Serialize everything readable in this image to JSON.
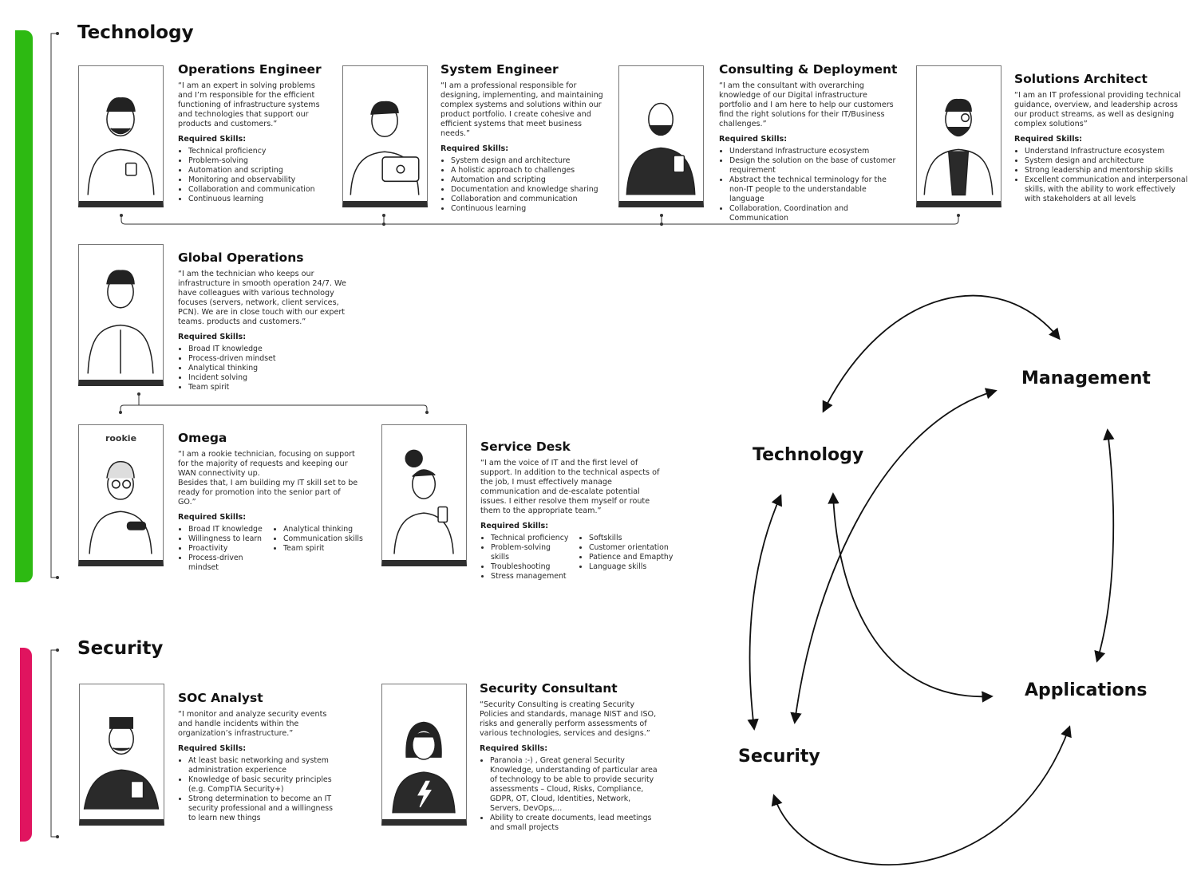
{
  "colors": {
    "technology_bar": "#2dba12",
    "security_bar": "#e0145f",
    "card_base": "#2e2e2e",
    "connector": "#333333"
  },
  "sections": {
    "technology": {
      "title": "Technology"
    },
    "security": {
      "title": "Security"
    }
  },
  "cards": {
    "ops_engineer": {
      "title": "Operations Engineer",
      "quote": "“I am an expert in solving problems and I’m responsible for the efficient functioning of infrastructure systems and technologies that support our products and customers.”",
      "req": "Required Skills:",
      "skills": [
        "Technical proficiency",
        "Problem-solving",
        "Automation and scripting",
        "Monitoring and observability",
        "Collaboration and communication",
        "Continuous learning"
      ]
    },
    "system_engineer": {
      "title": "System Engineer",
      "quote": "“I am a professional responsible for designing, implementing, and maintaining complex systems and solutions within our product portfolio. I create cohesive and efficient systems that meet business needs.”",
      "req": "Required Skills:",
      "skills": [
        "System design and architecture",
        "A holistic approach to challenges",
        "Automation and scripting",
        "Documentation and knowledge sharing",
        "Collaboration and communication",
        "Continuous learning"
      ]
    },
    "consulting": {
      "title": "Consulting & Deployment",
      "quote": "“I am the consultant with overarching knowledge of our Digital infrastructure portfolio and I am here to help our customers find the right solutions for their IT/Business challenges.”",
      "req": "Required Skills:",
      "skills": [
        "Understand Infrastructure ecosystem",
        "Design the solution on the base of customer requirement",
        "Abstract the technical terminology for the non-IT people to the understandable language",
        "Collaboration, Coordination and Communication"
      ]
    },
    "solutions_architect": {
      "title": "Solutions Architect",
      "quote": "“I am an IT professional providing technical guidance, overview, and leadership across our product streams, as well as designing complex solutions”",
      "req": "Required Skills:",
      "skills": [
        "Understand Infrastructure ecosystem",
        "System design and architecture",
        "Strong leadership and mentorship skills",
        "Excellent communication and interpersonal skills, with the ability to work effectively with stakeholders at all levels"
      ]
    },
    "global_ops": {
      "title": "Global Operations",
      "quote": "“I am the technician who keeps our infrastructure in smooth operation 24/7. We have colleagues with various technology focuses (servers, network, client services, PCN). We are in close touch with our expert teams. products and customers.”",
      "req": "Required Skills:",
      "skills": [
        "Broad IT knowledge",
        "Process-driven mindset",
        "Analytical thinking",
        "Incident solving",
        "Team spirit"
      ]
    },
    "omega": {
      "title": "Omega",
      "badge": "rookie",
      "quote": "“I am a rookie technician, focusing on support for the majority of requests and keeping our WAN connectivity up.\nBesides that, I am building my IT skill set to be ready for promotion into the senior part of GO.”",
      "req": "Required Skills:",
      "skills_col1": [
        "Broad IT knowledge",
        "Willingness to learn",
        "Proactivity",
        "Process-driven mindset"
      ],
      "skills_col2": [
        "Analytical thinking",
        "Communication skills",
        "Team spirit"
      ]
    },
    "service_desk": {
      "title": "Service Desk",
      "quote": "“I am the voice of IT and the first level of support. In addition to the technical aspects of the job, I must effectively manage communication and de-escalate potential issues. I either resolve them myself or route them to the appropriate team.”",
      "req": "Required Skills:",
      "skills_col1": [
        "Technical proficiency",
        "Problem-solving skills",
        "Troubleshooting",
        "Stress management"
      ],
      "skills_col2": [
        "Softskills",
        "Customer orientation",
        "Patience and Emapthy",
        "Language skills"
      ]
    },
    "soc_analyst": {
      "title": "SOC Analyst",
      "quote": "“I monitor and analyze security events and handle incidents within the organization’s infrastructure.”",
      "req": "Required Skills:",
      "skills": [
        "At least basic networking and system administration experience",
        "Knowledge of basic security principles (e.g. CompTIA Security+)",
        "Strong determination to become an IT security professional and a willingness to learn new things"
      ]
    },
    "security_consultant": {
      "title": "Security Consultant",
      "quote": "“Security Consulting is creating Security Policies and standards, manage NIST and ISO, risks and generally perform assessments of various technologies, services and designs.”",
      "req": "Required Skills:",
      "skills": [
        "Paranoia :-) , Great general Security Knowledge, understanding of particular area of technology to be able to provide security assessments – Cloud, Risks, Compliance, GDPR, OT, Cloud, Identities, Network, Servers, DevOps,...",
        "Ability to create documents, lead meetings and small projects"
      ]
    }
  },
  "cycle": {
    "technology": "Technology",
    "management": "Management",
    "applications": "Applications",
    "security": "Security"
  }
}
